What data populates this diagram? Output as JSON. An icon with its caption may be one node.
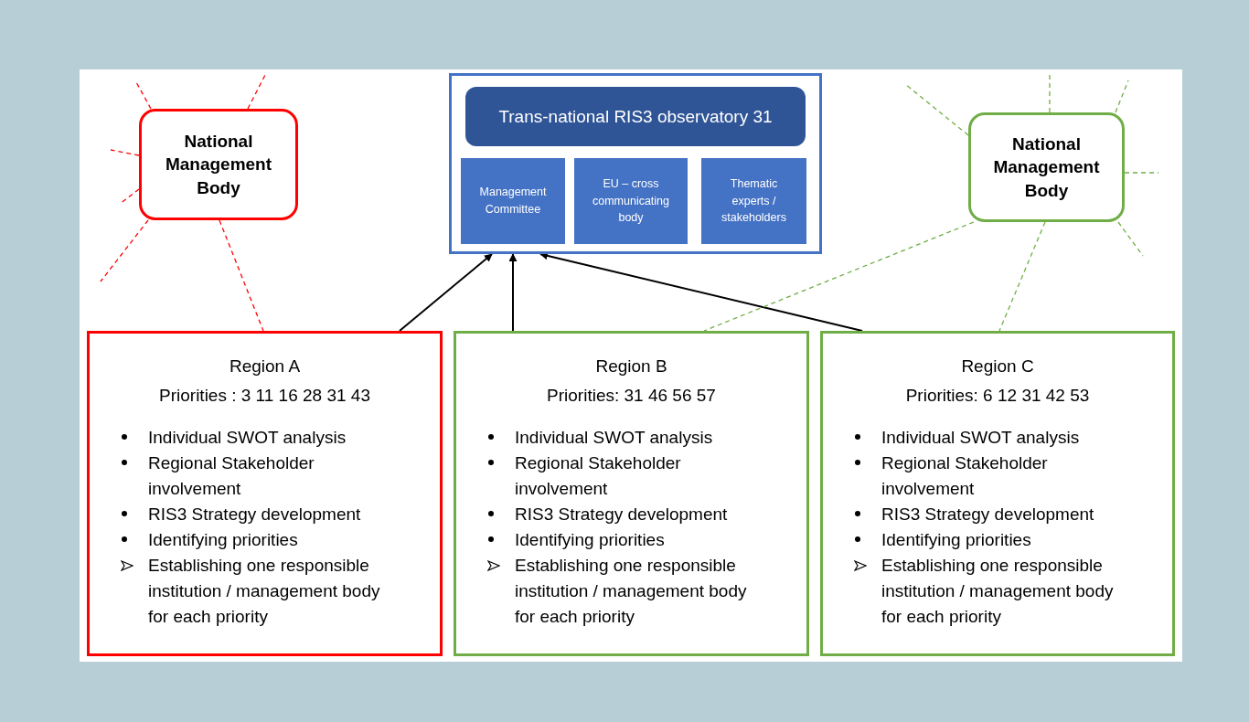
{
  "diagram": {
    "nodes": [
      {
        "text": [
          "National Management Body"
        ]
      },
      {
        "text": [],
        "shape": "box"
      },
      {
        "text": [
          "Trans-national RIS3 observatory 31"
        ],
        "in": 1
      },
      {
        "text": [
          "Management Committee"
        ],
        "in": 1
      },
      {
        "text": [
          "EU – cross communicating body"
        ],
        "in": 1
      },
      {
        "text": [
          "Thematic experts / stakeholders"
        ],
        "in": 1
      },
      {
        "text": [
          "National Management Body"
        ]
      },
      {
        "text": [
          "Region A",
          "Priorities : 3 11 16 28 31 43",
          "Individual SWOT analysis",
          "Regional Stakeholder involvement",
          "RIS3 Strategy development",
          "Identifying priorities",
          "Establishing one responsible institution / management body for each priority"
        ]
      },
      {
        "text": [
          "Region B",
          "Priorities: 31 46 56 57",
          "Individual SWOT analysis",
          "Regional Stakeholder involvement",
          "RIS3 Strategy development",
          "Identifying priorities",
          "Establishing one responsible institution / management body for each priority"
        ]
      },
      {
        "text": [
          "Region C",
          "Priorities: 6 12 31 42 53",
          "Individual SWOT analysis",
          "Regional Stakeholder involvement",
          "RIS3 Strategy development",
          "Identifying priorities",
          "Establishing one responsible institution / management body for each priority"
        ]
      }
    ],
    "edges": [
      {
        "from": 7,
        "to": 1,
        "arrow": "to",
        "color": "#000000"
      },
      {
        "from": 8,
        "to": 1,
        "arrow": "to",
        "color": "#000000"
      },
      {
        "from": 9,
        "to": 1,
        "arrow": "to",
        "color": "#000000"
      },
      {
        "from": 0,
        "to": 7,
        "arrow": "none",
        "style": "dashed",
        "color": "#ff0000"
      },
      {
        "from": 0,
        "to": null,
        "arrow": "none",
        "style": "dashed",
        "color": "#ff0000"
      },
      {
        "from": 0,
        "to": null,
        "arrow": "none",
        "style": "dashed",
        "color": "#ff0000"
      },
      {
        "from": 0,
        "to": null,
        "arrow": "none",
        "style": "dashed",
        "color": "#ff0000"
      },
      {
        "from": 0,
        "to": null,
        "arrow": "none",
        "style": "dashed",
        "color": "#ff0000"
      },
      {
        "from": 0,
        "to": null,
        "arrow": "none",
        "style": "dashed",
        "color": "#ff0000"
      },
      {
        "from": 6,
        "to": 8,
        "arrow": "none",
        "style": "dashed",
        "color": "#70ad47"
      },
      {
        "from": 6,
        "to": 9,
        "arrow": "none",
        "style": "dashed",
        "color": "#70ad47"
      },
      {
        "from": 6,
        "to": null,
        "arrow": "none",
        "style": "dashed",
        "color": "#70ad47"
      },
      {
        "from": 6,
        "to": null,
        "arrow": "none",
        "style": "dashed",
        "color": "#70ad47"
      },
      {
        "from": 6,
        "to": null,
        "arrow": "none",
        "style": "dashed",
        "color": "#70ad47"
      },
      {
        "from": 6,
        "to": null,
        "arrow": "none",
        "style": "dashed",
        "color": "#70ad47"
      },
      {
        "from": 6,
        "to": null,
        "arrow": "none",
        "style": "dashed",
        "color": "#70ad47"
      }
    ]
  }
}
